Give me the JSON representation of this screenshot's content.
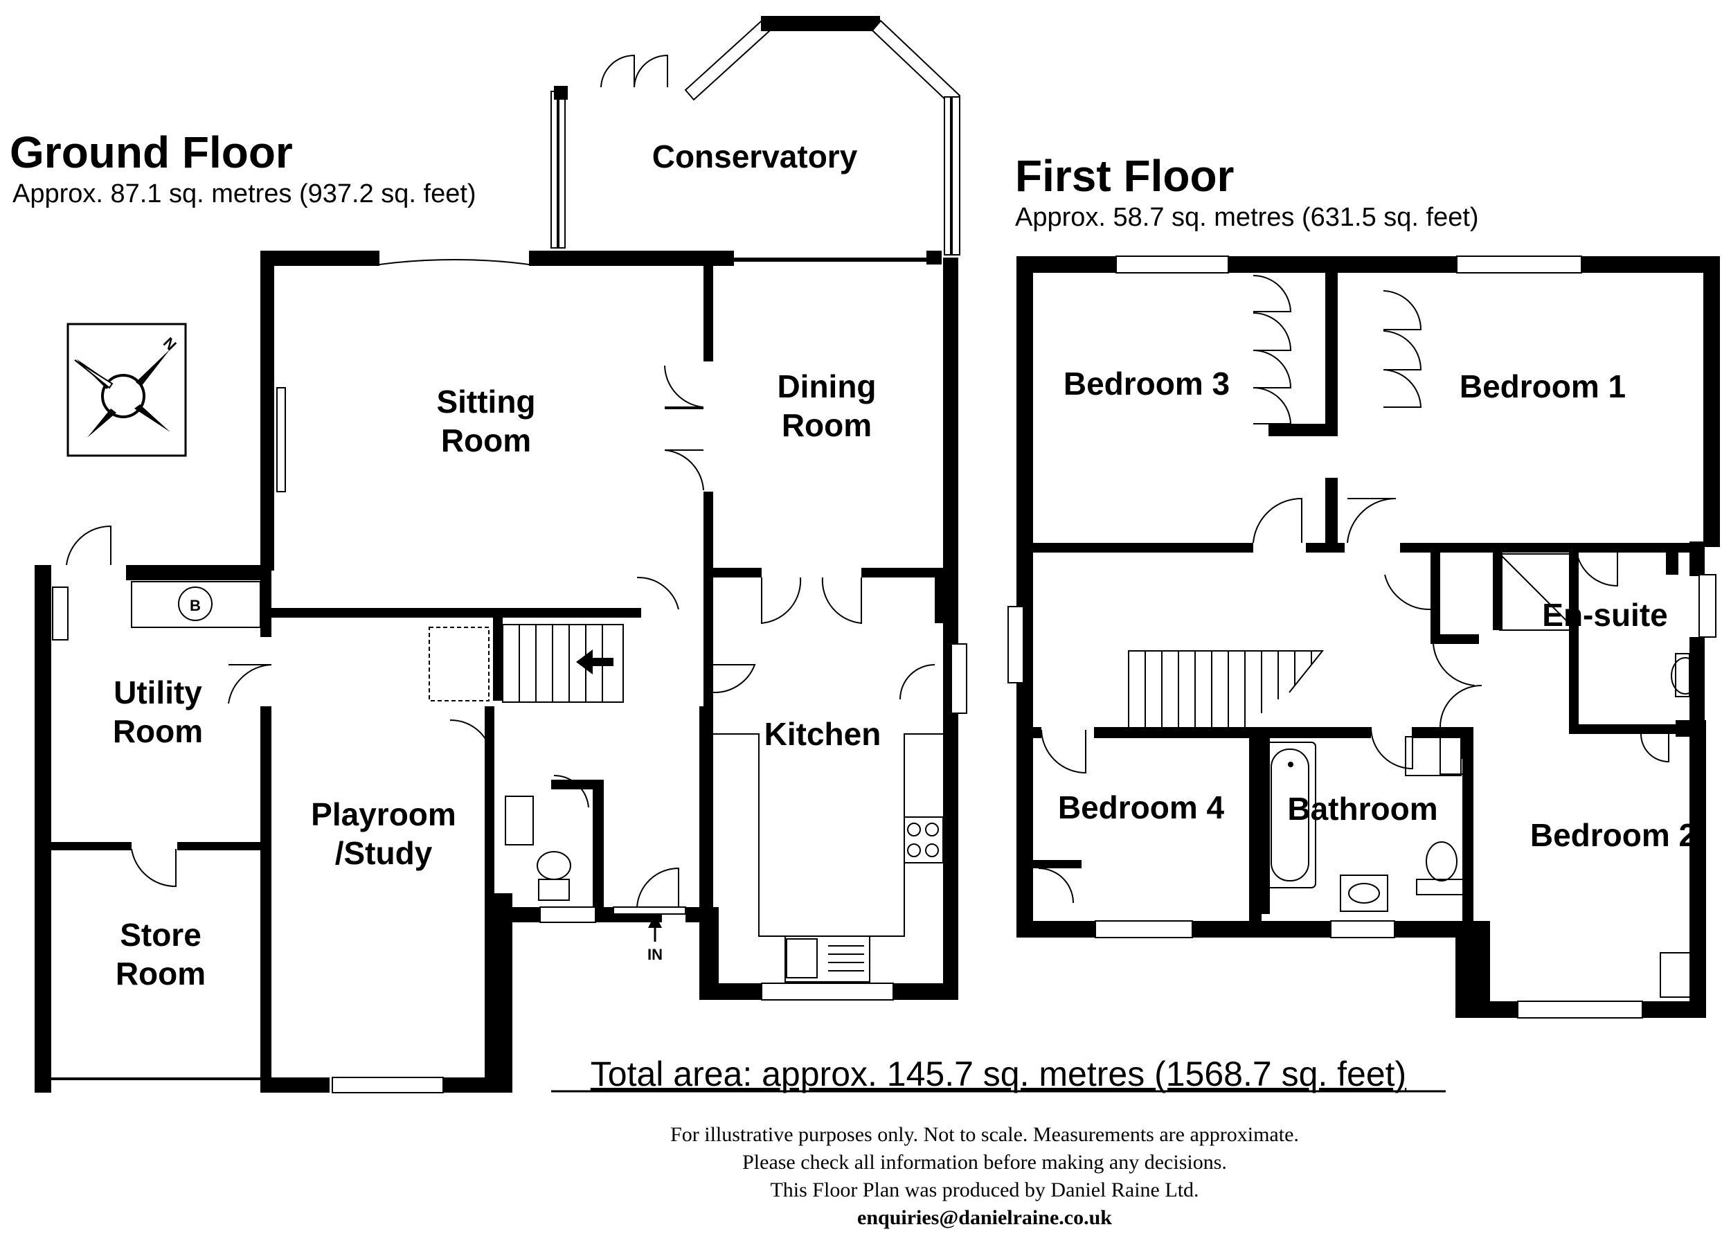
{
  "ground_floor": {
    "title": "Ground Floor",
    "area": "Approx.  87.1 sq. metres (937.2 sq. feet)",
    "rooms": {
      "conservatory": "Conservatory",
      "sitting_1": "Sitting",
      "sitting_2": "Room",
      "dining_1": "Dining",
      "dining_2": "Room",
      "utility_1": "Utility",
      "utility_2": "Room",
      "store_1": "Store",
      "store_2": "Room",
      "playroom_1": "Playroom",
      "playroom_2": "/Study",
      "kitchen": "Kitchen"
    },
    "boiler_label": "B",
    "entrance_label": "IN",
    "compass_label": "N"
  },
  "first_floor": {
    "title": "First Floor",
    "area": "Approx.  58.7 sq. metres (631.5 sq. feet)",
    "rooms": {
      "bedroom3": "Bedroom 3",
      "bedroom1": "Bedroom 1",
      "ensuite": "En-suite",
      "bedroom4": "Bedroom 4",
      "bathroom": "Bathroom",
      "bedroom2": "Bedroom 2"
    }
  },
  "total_area": "Total area: approx. 145.7 sq. metres (1568.7 sq. feet)",
  "disclaimer": {
    "line1": "For illustrative purposes only. Not to scale. Measurements are approximate.",
    "line2": "Please check all information before making any decisions.",
    "line3": "This Floor Plan was produced by Daniel Raine Ltd.",
    "email": "enquiries@danielraine.co.uk"
  }
}
